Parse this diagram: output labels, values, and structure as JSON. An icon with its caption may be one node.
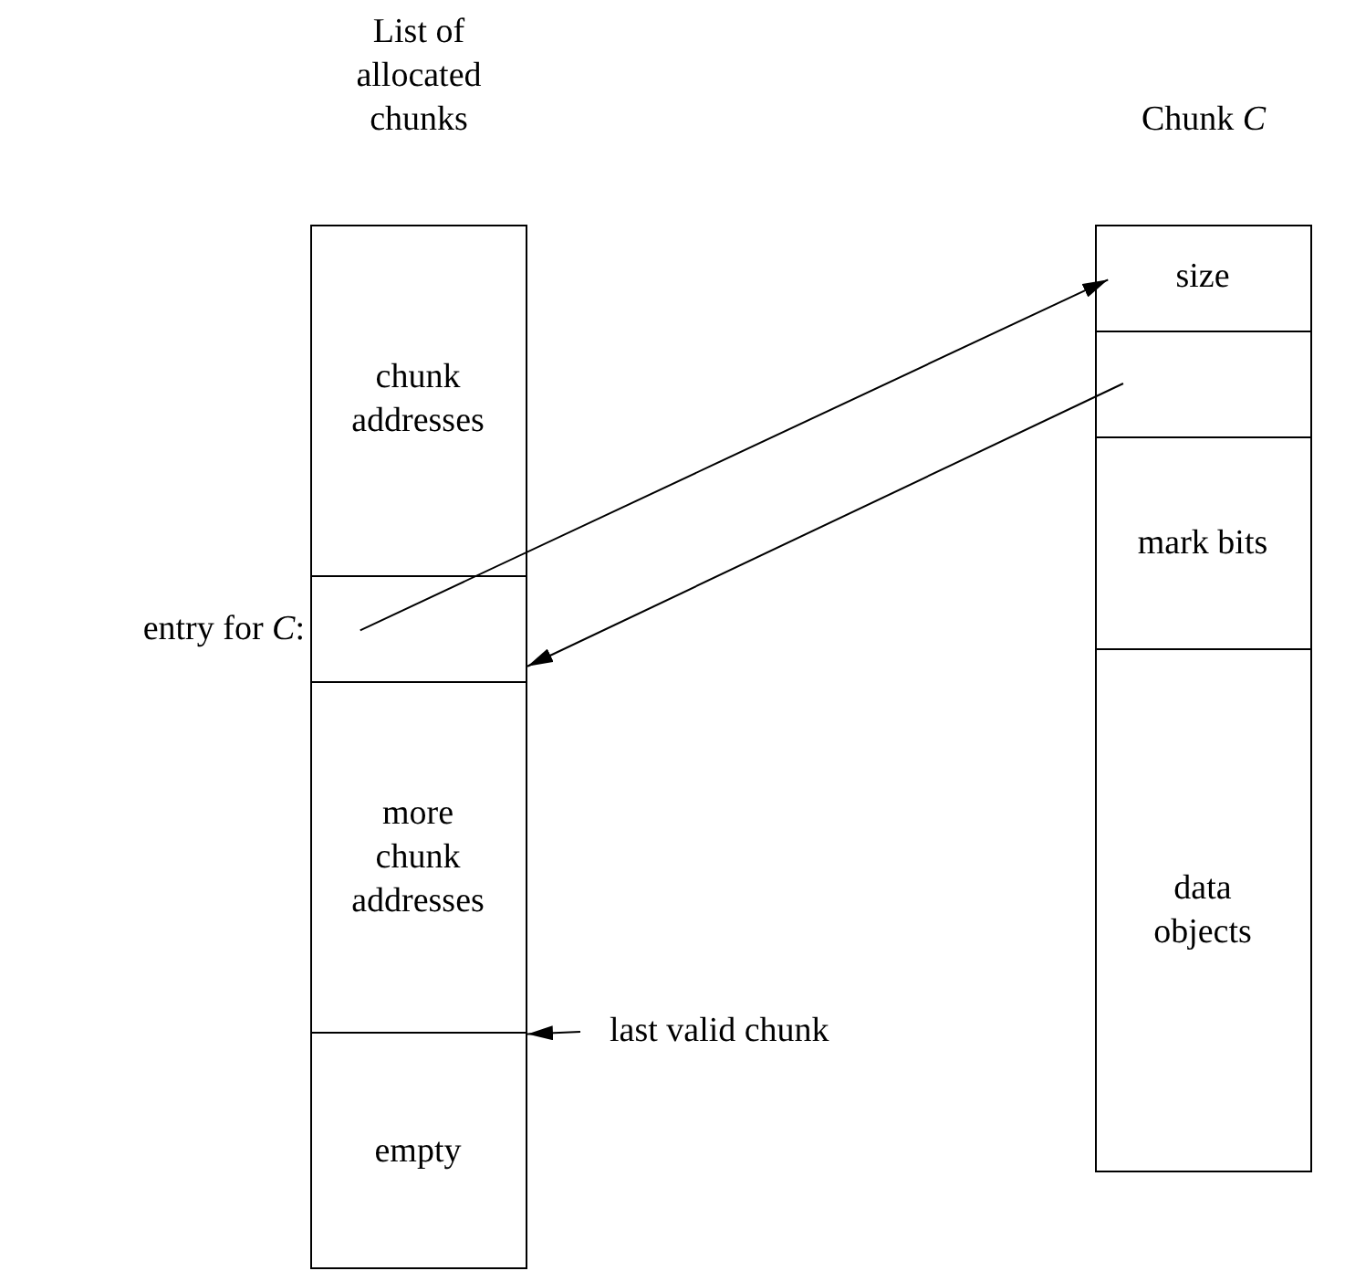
{
  "diagram": {
    "nodes": [
      {
        "text": [
          "List of allocated chunks"
        ]
      },
      {
        "text": [
          "chunk addresses"
        ],
        "in": 0
      },
      {
        "text": [],
        "shape": "box",
        "beside": [
          "entry for *C*:"
        ],
        "in": 0
      },
      {
        "text": [
          "more chunk addresses"
        ],
        "in": 0
      },
      {
        "text": [
          "empty"
        ],
        "in": 0
      },
      {
        "text": [
          "Chunk *C*"
        ]
      },
      {
        "text": [
          "size"
        ],
        "in": 5
      },
      {
        "text": [],
        "shape": "box",
        "in": 5
      },
      {
        "text": [
          "mark bits"
        ],
        "in": 5
      },
      {
        "text": [
          "data objects"
        ],
        "in": 5
      },
      {
        "text": [
          "last valid chunk"
        ]
      }
    ],
    "edges": [
      {
        "from": 2,
        "to": 6,
        "arrow": "to"
      },
      {
        "from": 7,
        "to": 2,
        "arrow": "to"
      },
      {
        "from": 10,
        "to": 4,
        "arrow": "to"
      }
    ]
  }
}
